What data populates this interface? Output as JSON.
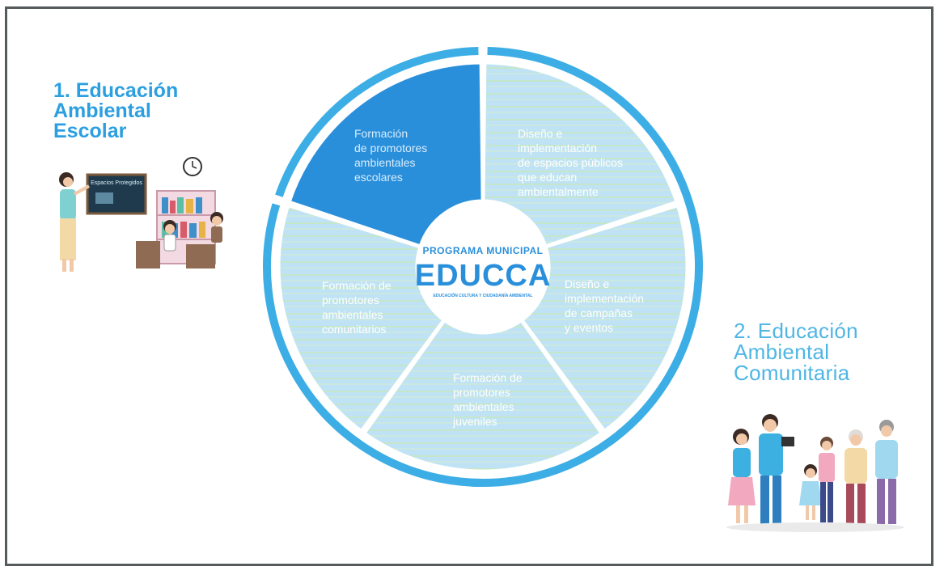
{
  "headings": {
    "school": [
      "1. Educación",
      "Ambiental",
      "Escolar"
    ],
    "community": [
      "2. Educación",
      "Ambiental",
      "Comunitaria"
    ]
  },
  "center": {
    "line1": "PROGRAMA MUNICIPAL",
    "line2": "EDUCCA",
    "line3": "EDUCACIÓN CULTURA Y CIUDADANÍA AMBIENTAL"
  },
  "segments": [
    {
      "label": [
        "Formación",
        "de promotores",
        "ambientales",
        "escolares"
      ],
      "highlighted": true
    },
    {
      "label": [
        "Diseño e",
        "implementación",
        "de espacios públicos",
        "que educan",
        "ambientalmente"
      ],
      "highlighted": false
    },
    {
      "label": [
        "Diseño e",
        "implementación",
        "de campañas",
        "y eventos"
      ],
      "highlighted": false
    },
    {
      "label": [
        "Formación de",
        "promotores",
        "ambientales",
        "juveniles"
      ],
      "highlighted": false
    },
    {
      "label": [
        "Formación de",
        "promotores",
        "ambientales",
        "comunitarios"
      ],
      "highlighted": false
    }
  ],
  "illustrations": {
    "classroom_board": "Espacios Protegidos"
  },
  "colors": {
    "accent_dark": "#2a8fdb",
    "segment_light": "#bfe3f4",
    "ring": "#3daee5",
    "heading_left": "#2b9fe0",
    "heading_right": "#4fb6e4"
  }
}
